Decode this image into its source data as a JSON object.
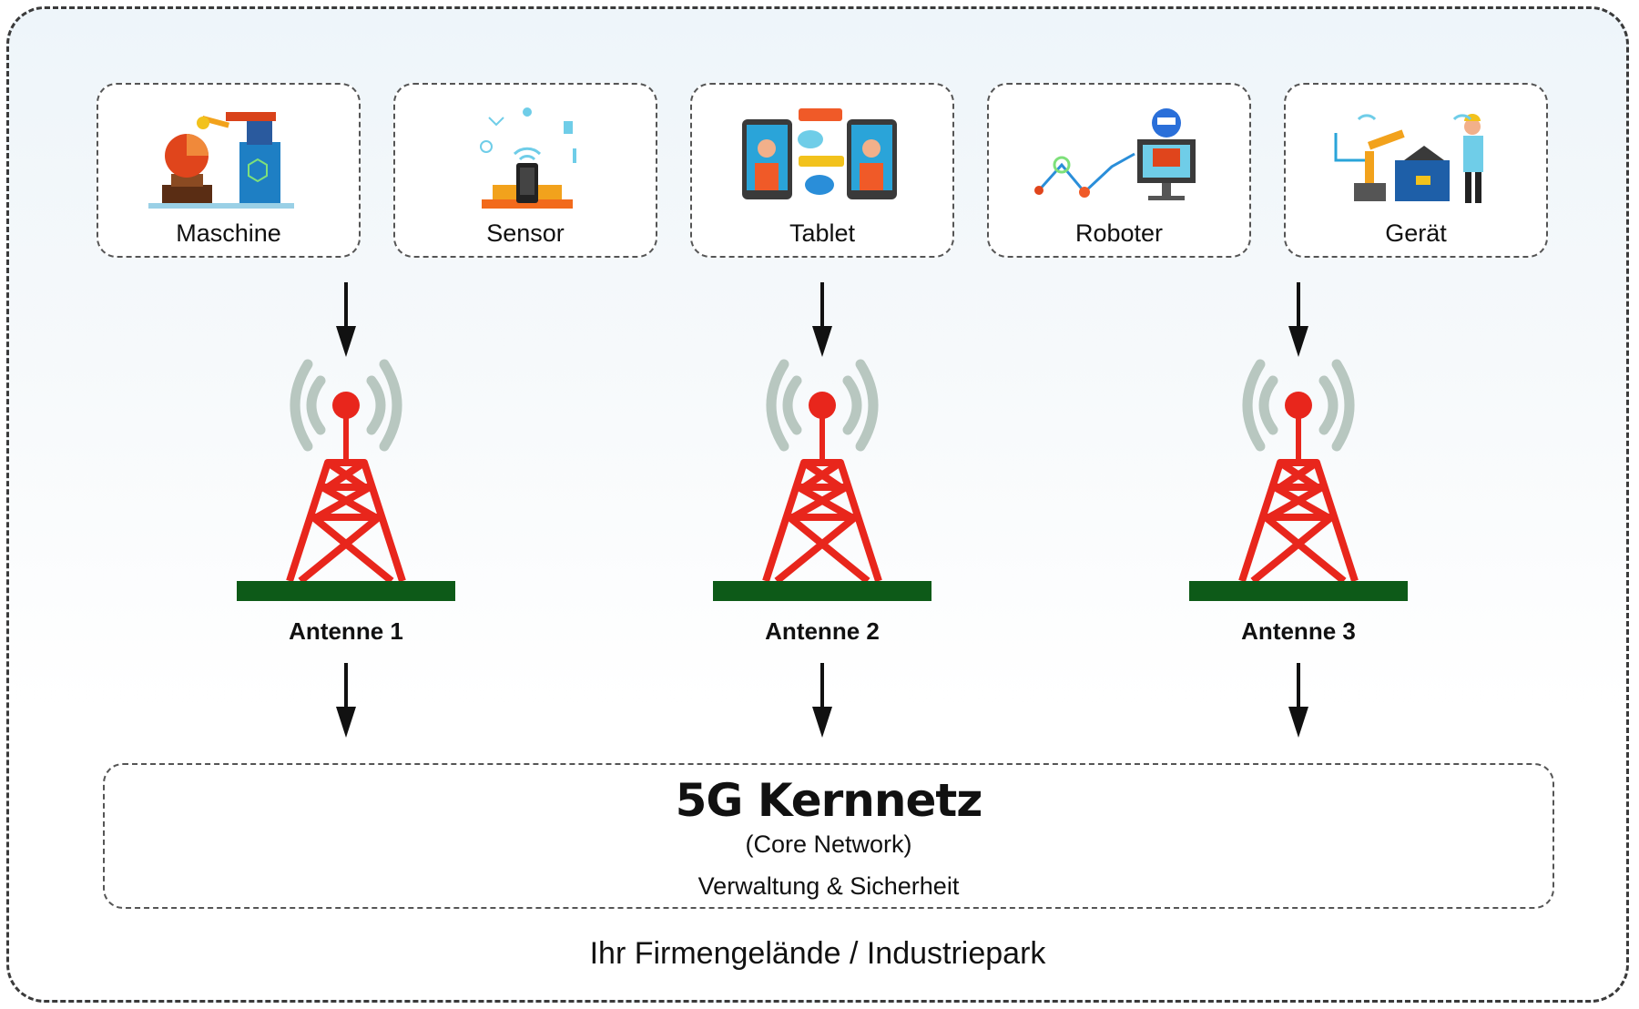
{
  "devices": [
    {
      "label": "Maschine",
      "icon": "robotic-arm-machine-icon"
    },
    {
      "label": "Sensor",
      "icon": "sensor-smartphone-icon"
    },
    {
      "label": "Tablet",
      "icon": "tablet-chat-icon"
    },
    {
      "label": "Roboter",
      "icon": "robot-icon"
    },
    {
      "label": "Gerät",
      "icon": "industrial-device-worker-icon"
    }
  ],
  "antennas": [
    {
      "label": "Antenne 1",
      "icon": "antenna-tower-icon"
    },
    {
      "label": "Antenne 2",
      "icon": "antenna-tower-icon"
    },
    {
      "label": "Antenne 3",
      "icon": "antenna-tower-icon"
    }
  ],
  "core": {
    "title": "5G Kernnetz",
    "subtitle": "(Core Network)",
    "description": "Verwaltung & Sicherheit"
  },
  "footer": "Ihr Firmengelände / Industriepark",
  "colors": {
    "tower_red": "#e8261c",
    "ground_green": "#0d5a18",
    "signal_gray": "#b8c7c0",
    "frame_border": "#3a3a3a"
  }
}
